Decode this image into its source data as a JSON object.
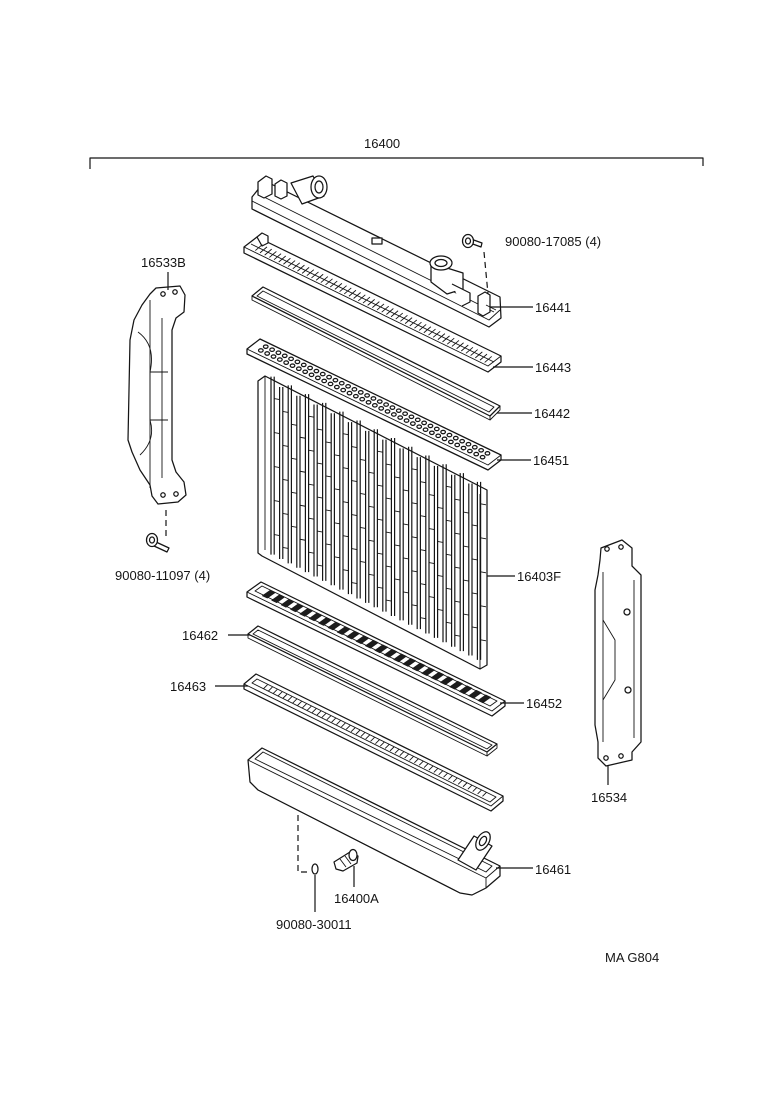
{
  "diagram": {
    "assembly_label": "16400",
    "drawing_code": "MA G804",
    "colors": {
      "line": "#151515",
      "background": "#ffffff"
    },
    "parts": {
      "upper_tank": "16441",
      "upper_tank_seal": "16443",
      "upper_gasket": "16442",
      "upper_core_plate": "16451",
      "core": "16403F",
      "lower_core_plate": "16452",
      "lower_gasket": "16462",
      "lower_tank_seal": "16463",
      "lower_tank": "16461",
      "left_support": "16533B",
      "right_support": "16534",
      "drain_cock": "16400A",
      "upper_bolt": "90080-17085 (4)",
      "lower_bolt": "90080-11097 (4)",
      "drain_o_ring": "90080-30011"
    }
  }
}
